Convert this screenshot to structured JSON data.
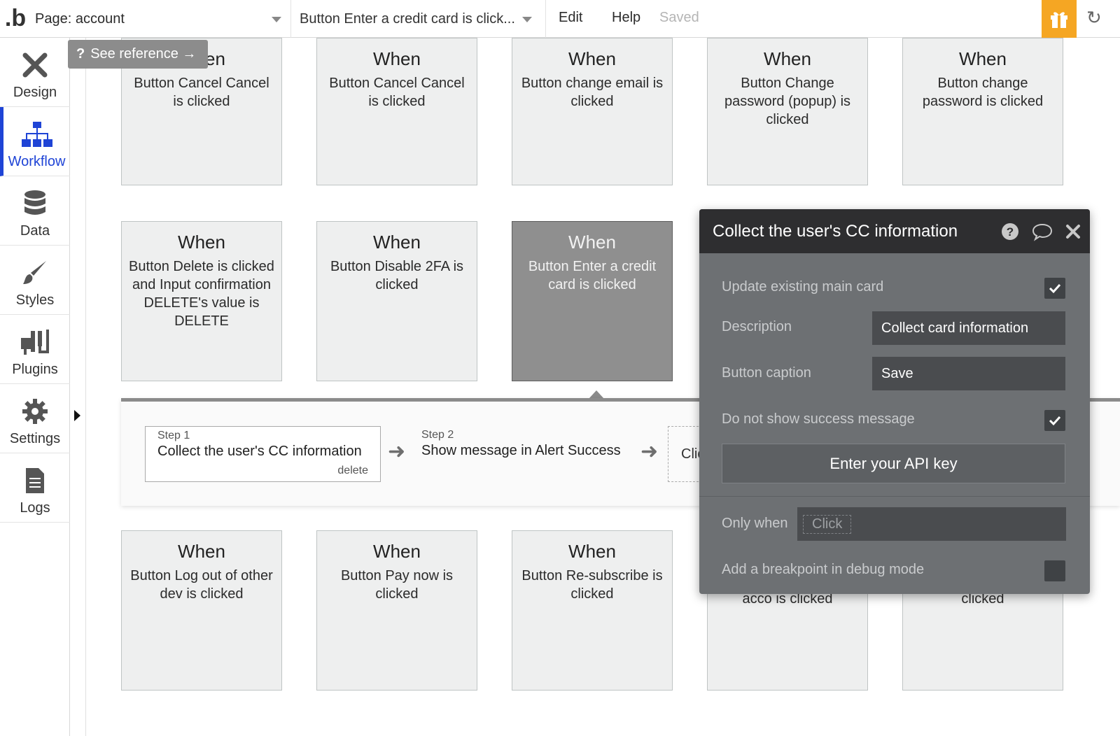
{
  "topbar": {
    "logo": ".b",
    "page_label": "Page: account",
    "event_label": "Button Enter a credit card is click...",
    "menu_edit": "Edit",
    "menu_help": "Help",
    "status": "Saved"
  },
  "sidebar": {
    "items": [
      {
        "label": "Design",
        "icon": "design-icon"
      },
      {
        "label": "Workflow",
        "icon": "workflow-icon",
        "active": true
      },
      {
        "label": "Data",
        "icon": "database-icon"
      },
      {
        "label": "Styles",
        "icon": "brush-icon"
      },
      {
        "label": "Plugins",
        "icon": "plugin-icon"
      },
      {
        "label": "Settings",
        "icon": "gear-icon"
      },
      {
        "label": "Logs",
        "icon": "document-icon"
      }
    ]
  },
  "tooltip": {
    "icon": "?",
    "label": "See reference →"
  },
  "cards": {
    "c1": {
      "when": "When",
      "desc": "Button Cancel Cancel is clicked"
    },
    "c2": {
      "when": "When",
      "desc": "Button Cancel Cancel is clicked"
    },
    "c3": {
      "when": "When",
      "desc": "Button change email is clicked"
    },
    "c4": {
      "when": "When",
      "desc": "Button Change password (popup) is clicked"
    },
    "c5": {
      "when": "When",
      "desc": "Button change password is clicked"
    },
    "c6": {
      "when": "When",
      "desc": "Button Delete is clicked and Input confirmation DELETE's value is DELETE"
    },
    "c7": {
      "when": "When",
      "desc": "Button Disable 2FA is clicked"
    },
    "c8": {
      "when": "When",
      "desc": "Button Enter a credit card is clicked"
    },
    "c9": {
      "when": "When",
      "desc": "Button Log out of other dev is clicked"
    },
    "c10": {
      "when": "When",
      "desc": "Button Pay now is clicked"
    },
    "c11": {
      "when": "When",
      "desc": "Button Re-subscribe is clicked"
    },
    "c12": {
      "when": "",
      "desc": "acco is clicked"
    },
    "c13": {
      "when": "",
      "desc": "clicked"
    }
  },
  "steps": {
    "step1": {
      "num": "Step 1",
      "title": "Collect the user's CC information",
      "delete": "delete"
    },
    "step2": {
      "num": "Step 2",
      "title": "Show message in Alert Success"
    },
    "step3_partial": "Clic"
  },
  "panel": {
    "title": "Collect the user's CC information",
    "update_label": "Update existing main card",
    "update_checked": true,
    "description_label": "Description",
    "description_value": "Collect card information",
    "caption_label": "Button caption",
    "caption_value": "Save",
    "no_success_label": "Do not show success message",
    "no_success_checked": true,
    "api_button": "Enter your API key",
    "only_when_label": "Only when",
    "only_when_chip": "Click",
    "breakpoint_label": "Add a breakpoint in debug mode",
    "breakpoint_checked": false
  },
  "colors": {
    "accent": "#1f44d6",
    "gift": "#f5a623",
    "panel_bg": "#6d7073",
    "panel_head": "#2e2e30"
  }
}
